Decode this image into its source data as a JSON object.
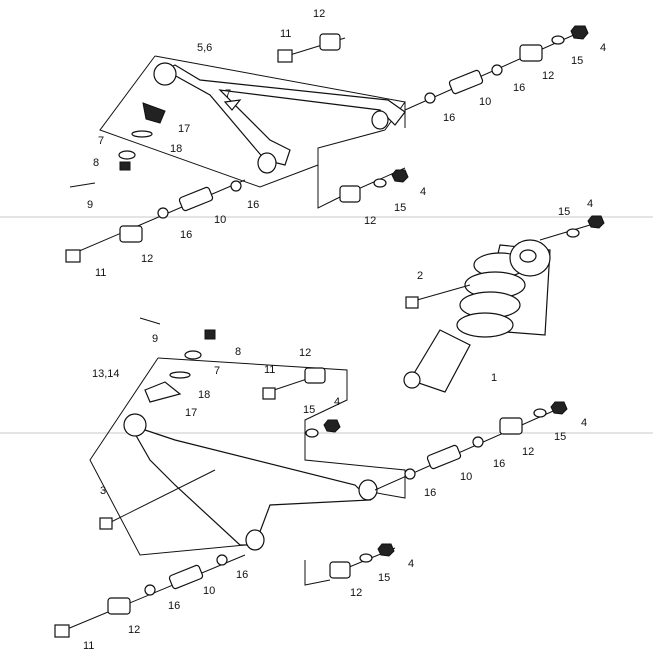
{
  "title": "Rear suspension exploded parts diagram",
  "callouts": [
    "12",
    "11",
    "4",
    "15",
    "12",
    "5,6",
    "7",
    "16",
    "10",
    "16",
    "17",
    "7",
    "18",
    "8",
    "9",
    "4",
    "16",
    "15",
    "12",
    "10",
    "16",
    "15",
    "4",
    "12",
    "11",
    "2",
    "9",
    "8",
    "7",
    "12",
    "13,14",
    "11",
    "1",
    "18",
    "17",
    "15",
    "4",
    "4",
    "15",
    "12",
    "16",
    "10",
    "16",
    "3",
    "4",
    "15",
    "12",
    "16",
    "10",
    "16",
    "12",
    "11"
  ],
  "colors": {
    "line": "#111111",
    "scanline": "#c8c8c8",
    "background": "#ffffff"
  }
}
